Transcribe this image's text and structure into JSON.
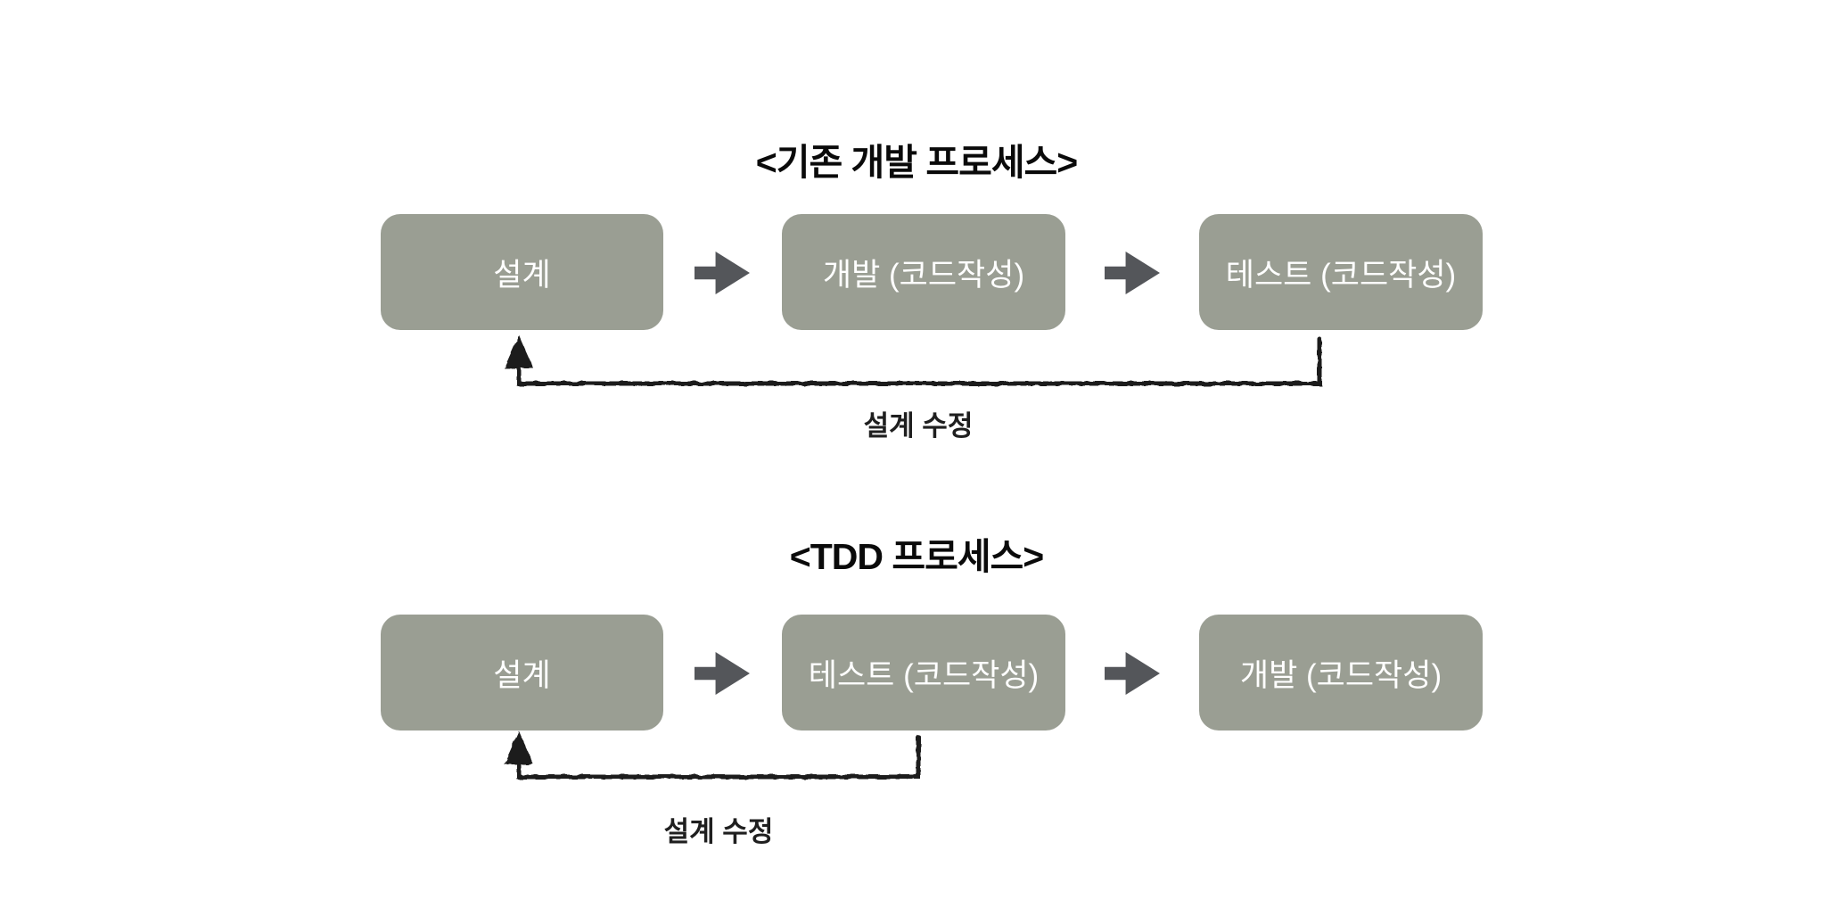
{
  "page": {
    "background": "#ffffff"
  },
  "colors": {
    "box_fill": "#9A9E93",
    "box_text": "#ffffff",
    "block_arrow": "#54565A",
    "sketch_line": "#1b1b1b",
    "title_text": "#0a0a0a",
    "label_text": "#1f1f1f"
  },
  "diagrams": [
    {
      "title": "<기존 개발 프로세스>",
      "boxes": [
        "설계",
        "개발 (코드작성)",
        "테스트 (코드작성)"
      ],
      "feedback_label": "설계 수정"
    },
    {
      "title": "<TDD 프로세스>",
      "boxes": [
        "설계",
        "테스트 (코드작성)",
        "개발 (코드작성)"
      ],
      "feedback_label": "설계 수정"
    }
  ]
}
